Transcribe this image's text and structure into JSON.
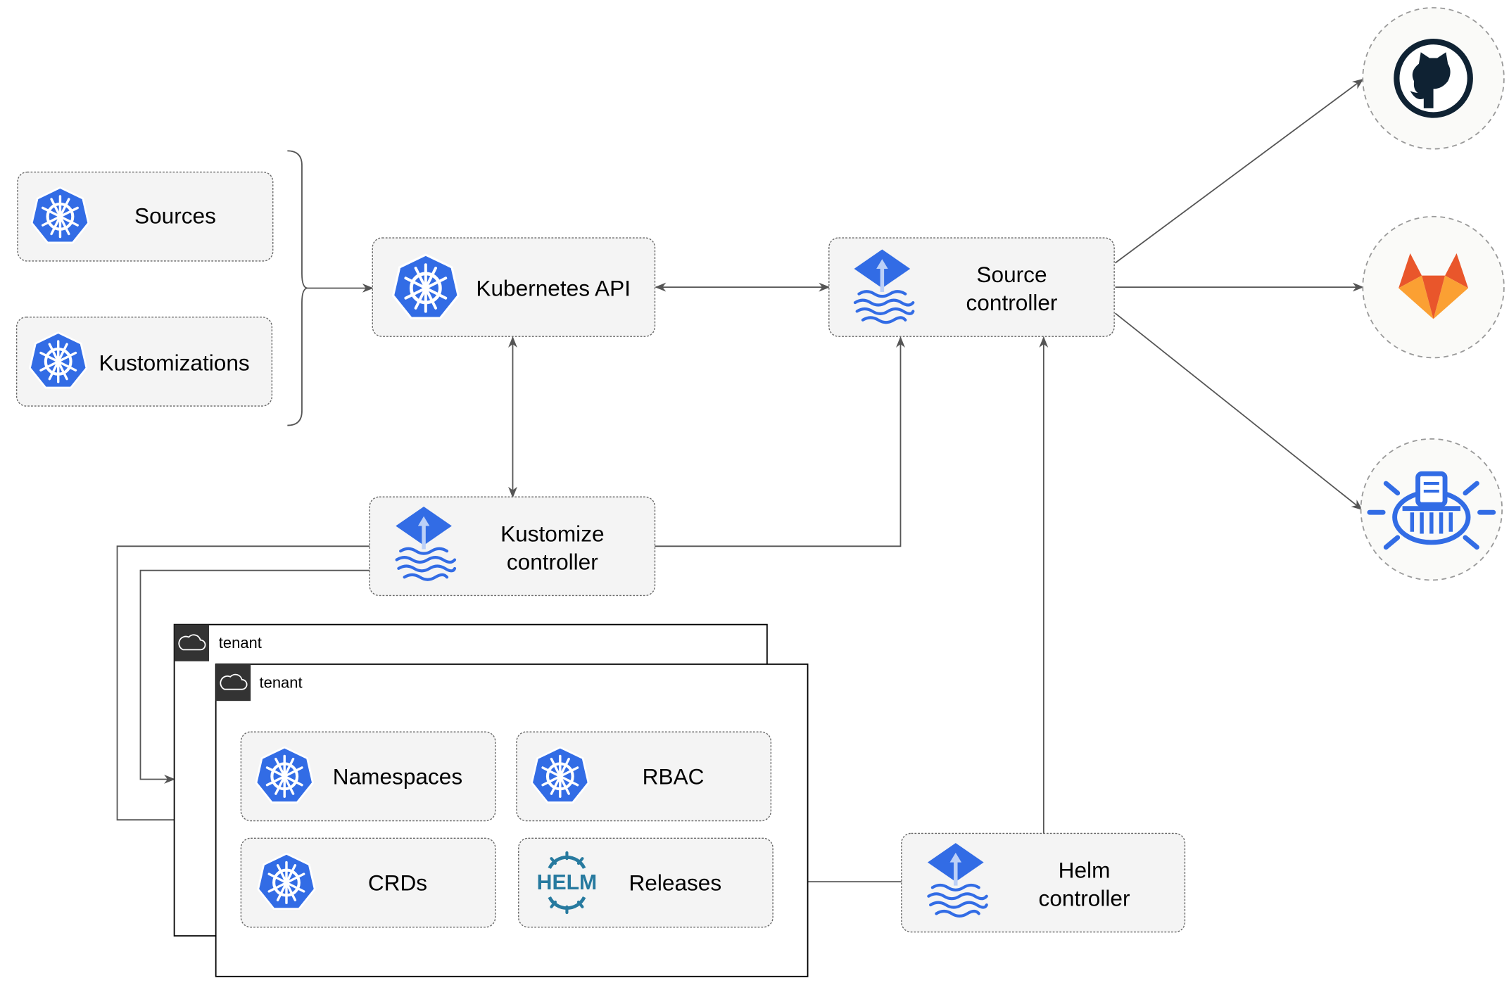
{
  "nodes": {
    "sources": "Sources",
    "kustomizations": "Kustomizations",
    "kubernetes_api": "Kubernetes API",
    "source_controller": [
      "Source",
      "controller"
    ],
    "kustomize_controller": [
      "Kustomize",
      "controller"
    ],
    "helm_controller": [
      "Helm",
      "controller"
    ],
    "namespaces": "Namespaces",
    "rbac": "RBAC",
    "crds": "CRDs",
    "releases": "Releases"
  },
  "tenants": [
    "tenant",
    "tenant"
  ],
  "helm_logo_text": "HELM",
  "external_sources": [
    "github-icon",
    "gitlab-icon",
    "bucket-icon"
  ],
  "colors": {
    "k8s_blue": "#326ce5",
    "github": "#0f2233",
    "gitlab_red": "#e9562b",
    "gitlab_orange": "#fba033",
    "helm": "#277a9f",
    "tenant_header": "#333333"
  }
}
